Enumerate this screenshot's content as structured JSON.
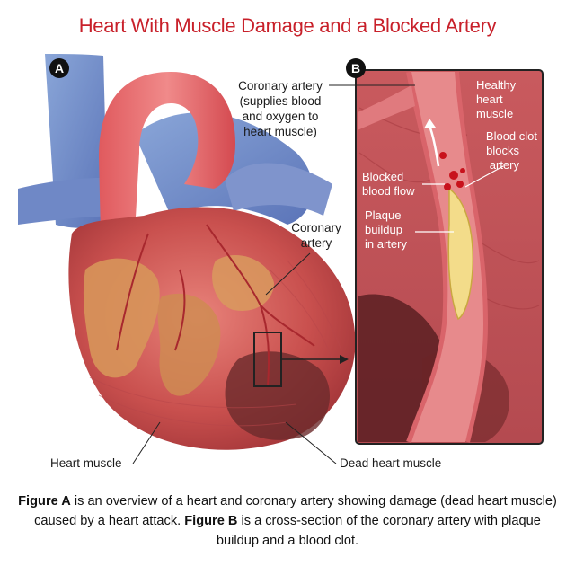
{
  "title": "Heart With Muscle Damage and a Blocked Artery",
  "panels": {
    "a_badge": "A",
    "b_badge": "B"
  },
  "labels": {
    "coronary_supply": [
      "Coronary artery",
      "(supplies blood",
      "and oxygen to",
      "heart muscle)"
    ],
    "coronary_artery": [
      "Coronary",
      "artery"
    ],
    "heart_muscle": "Heart muscle",
    "dead_heart_muscle": "Dead heart muscle",
    "healthy_heart_muscle": [
      "Healthy",
      "heart",
      "muscle"
    ],
    "blood_clot": [
      "Blood clot",
      "blocks",
      "artery"
    ],
    "blocked_flow": [
      "Blocked",
      "blood flow"
    ],
    "plaque": [
      "Plaque",
      "buildup",
      "in artery"
    ]
  },
  "caption": {
    "a_bold": "Figure A",
    "a_text": " is an overview of a heart and coronary artery showing damage (dead heart muscle) caused by a heart attack. ",
    "b_bold": "Figure B",
    "b_text": " is a cross-section of the coronary artery with plaque buildup and a blood clot."
  }
}
